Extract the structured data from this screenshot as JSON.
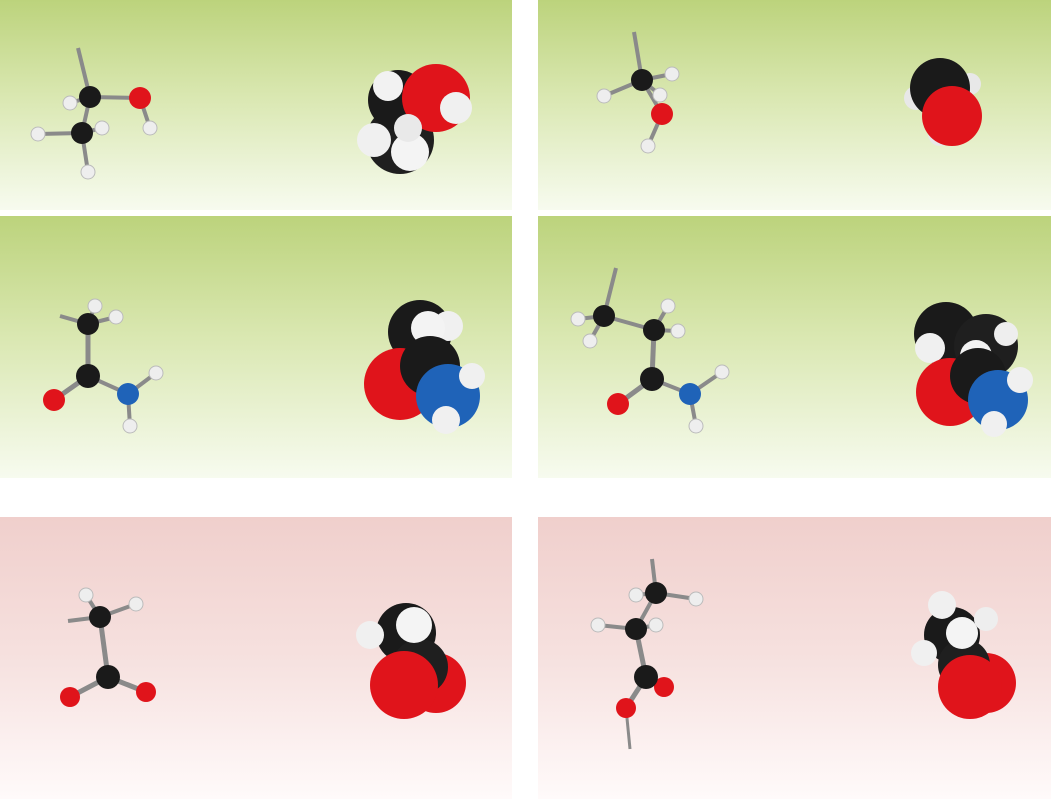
{
  "colors": {
    "carbon": "#1a1a1a",
    "hydrogen": "#f2f2f2",
    "oxygen": "#e0141b",
    "nitrogen": "#1f63b8",
    "bond": "#8a8a8a",
    "panel_green_top": "#bcd37c",
    "panel_pink_top": "#f0cfcc"
  },
  "panels": [
    {
      "name": "panel-top-left",
      "theme": "green",
      "molecule": "ethanol-like",
      "models": [
        "ball-and-stick",
        "space-filling"
      ]
    },
    {
      "name": "panel-top-right",
      "theme": "green",
      "molecule": "methanol-like",
      "models": [
        "ball-and-stick",
        "space-filling"
      ]
    },
    {
      "name": "panel-middle-left",
      "theme": "green",
      "molecule": "acetamide-like",
      "models": [
        "ball-and-stick",
        "space-filling"
      ]
    },
    {
      "name": "panel-middle-right",
      "theme": "green",
      "molecule": "propanamide-like",
      "models": [
        "ball-and-stick",
        "space-filling"
      ]
    },
    {
      "name": "panel-bottom-left",
      "theme": "pink",
      "molecule": "acetate-like",
      "models": [
        "ball-and-stick",
        "space-filling"
      ]
    },
    {
      "name": "panel-bottom-right",
      "theme": "pink",
      "molecule": "propanoate-like",
      "models": [
        "ball-and-stick",
        "space-filling"
      ]
    }
  ]
}
